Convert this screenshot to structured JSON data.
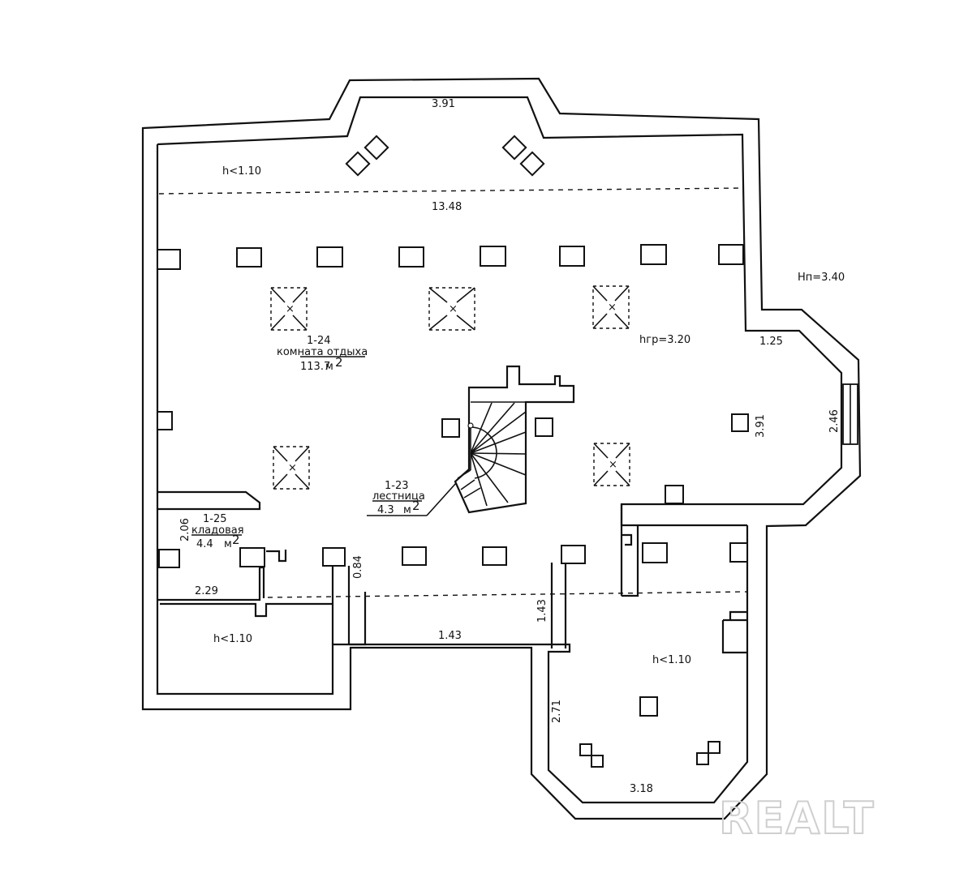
{
  "rooms": {
    "main": {
      "id": "1-24",
      "name": "комната отдыха",
      "area": "113.7",
      "unit": "м",
      "sup": "2"
    },
    "stairs": {
      "id": "1-23",
      "name": "лестница",
      "area": "4.3",
      "unit": "м",
      "sup": "2"
    },
    "storage": {
      "id": "1-25",
      "name": "кладовая",
      "area": "4.4",
      "unit": "м",
      "sup": "2"
    }
  },
  "heights": {
    "low_top": "h<1.10",
    "low_left": "h<1.10",
    "low_right": "h<1.10",
    "hp": "Hп=3.40",
    "hgr": "hгр=3.20"
  },
  "dimensions": {
    "top_bay": "3.91",
    "top_width": "13.48",
    "right_bay_top": "1.25",
    "right_inner": "3.91",
    "right_bay": "2.46",
    "storage_h": "2.06",
    "storage_w": "2.29",
    "col_gap": "0.84",
    "corridor_w": "1.43",
    "corridor_h": "1.43",
    "bottom_side": "2.71",
    "bottom_bay": "3.18"
  },
  "watermark": "REALT",
  "colors": {
    "line": "#111111",
    "watermark": "#cfcfcf"
  }
}
